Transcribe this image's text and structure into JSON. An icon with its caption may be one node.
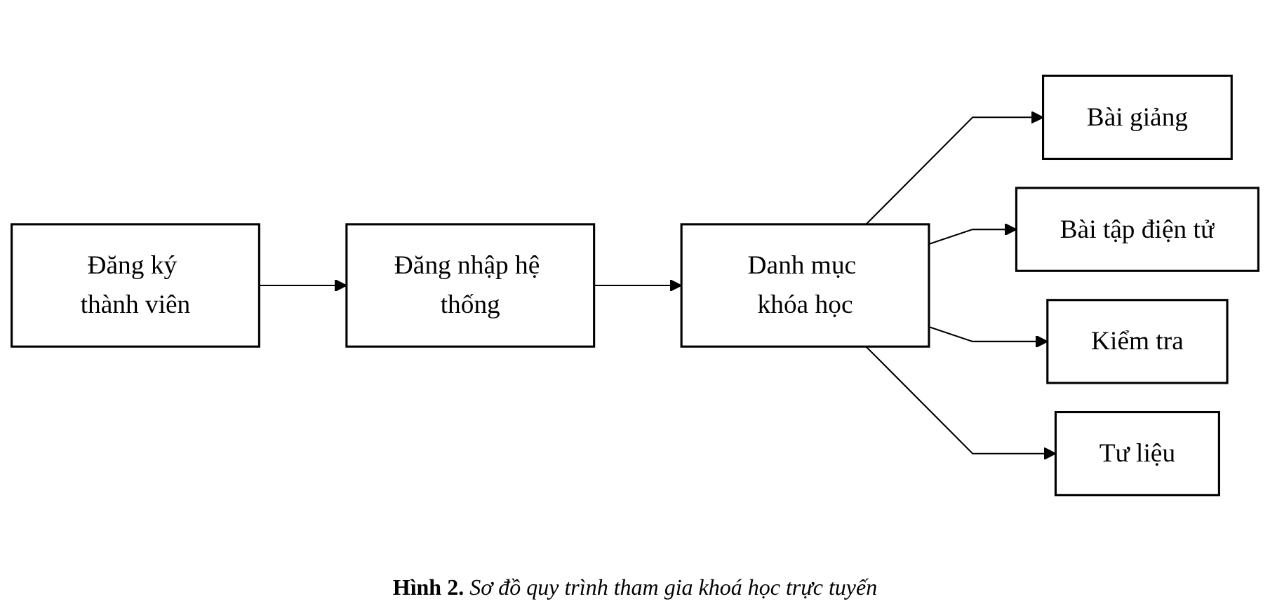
{
  "diagram": {
    "caption": "**Hình 2.** *Sơ đồ quy trình tham gia khoá học trực tuyến*",
    "nodes": [
      {
        "text": [
          "Đăng ký thành viên"
        ]
      },
      {
        "text": [
          "Đăng nhập hệ thống"
        ]
      },
      {
        "text": [
          "Danh mục khóa học"
        ]
      },
      {
        "text": [
          "Bài giảng"
        ]
      },
      {
        "text": [
          "Bài tập điện tử"
        ]
      },
      {
        "text": [
          "Kiểm tra"
        ]
      },
      {
        "text": [
          "Tư liệu"
        ]
      }
    ],
    "edges": [
      {
        "from": 0,
        "to": 1,
        "arrow": "to"
      },
      {
        "from": 1,
        "to": 2,
        "arrow": "to"
      },
      {
        "from": 2,
        "to": 3,
        "arrow": "to"
      },
      {
        "from": 2,
        "to": 4,
        "arrow": "to"
      },
      {
        "from": 2,
        "to": 5,
        "arrow": "to"
      },
      {
        "from": 2,
        "to": 6,
        "arrow": "to"
      }
    ]
  }
}
